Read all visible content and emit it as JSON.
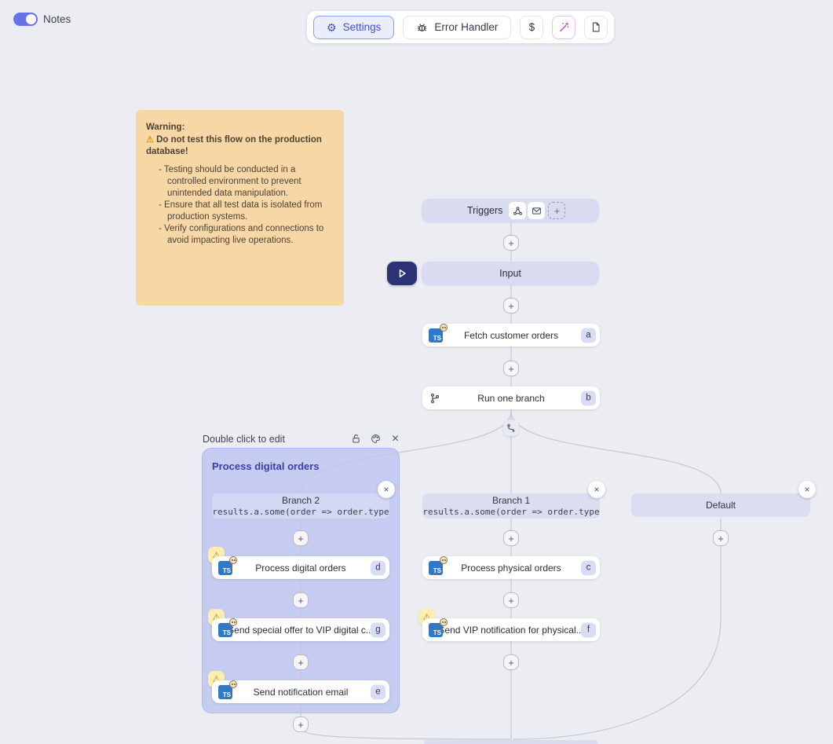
{
  "colors": {
    "canvas_bg": "#ecedf2",
    "accent_indigo": "#4252c7",
    "toggle_on": "#6673e8",
    "group_bg": "#c6cbf2",
    "node_lavender": "#d9dcf1",
    "note_bg": "#f8d7a7",
    "wand_purple": "#b44ce0",
    "typescript_blue": "#3178c6",
    "warning_yellow": "#fdeeae",
    "play_navy": "#2c3374"
  },
  "glyphs": {
    "plus": "+",
    "close": "×",
    "gear": "⚙",
    "warning": "⚠"
  },
  "header": {
    "notes_label": "Notes",
    "settings_label": "Settings",
    "error_handler_label": "Error Handler",
    "dollar_label": "$"
  },
  "note": {
    "title": "Warning:",
    "alert": "Do not test this flow on the production database!",
    "items": [
      "Testing should be conducted in a controlled environment to prevent unintended data manipulation.",
      "Ensure that all test data is isolated from production systems.",
      "Verify configurations and connections to avoid impacting live operations."
    ]
  },
  "flow": {
    "ts_label": "TS",
    "triggers": {
      "label": "Triggers"
    },
    "input": {
      "label": "Input"
    },
    "group": {
      "hint": "Double click to edit",
      "title": "Process digital orders"
    },
    "branches": {
      "branch2": {
        "name": "Branch 2",
        "condition": "results.a.some(order => order.type"
      },
      "branch1": {
        "name": "Branch 1",
        "condition": "results.a.some(order => order.type"
      },
      "default": {
        "name": "Default"
      }
    },
    "nodes": {
      "fetch": {
        "label": "Fetch customer orders",
        "key": "a"
      },
      "run_branch": {
        "label": "Run one branch",
        "key": "b"
      },
      "process_digital": {
        "label": "Process digital orders",
        "key": "d"
      },
      "send_special": {
        "label": "Send special offer to VIP digital c...",
        "key": "g"
      },
      "send_email": {
        "label": "Send notification email",
        "key": "e"
      },
      "process_physical": {
        "label": "Process physical orders",
        "key": "c"
      },
      "send_vip": {
        "label": "Send VIP notification for physical...",
        "key": "f"
      }
    }
  }
}
